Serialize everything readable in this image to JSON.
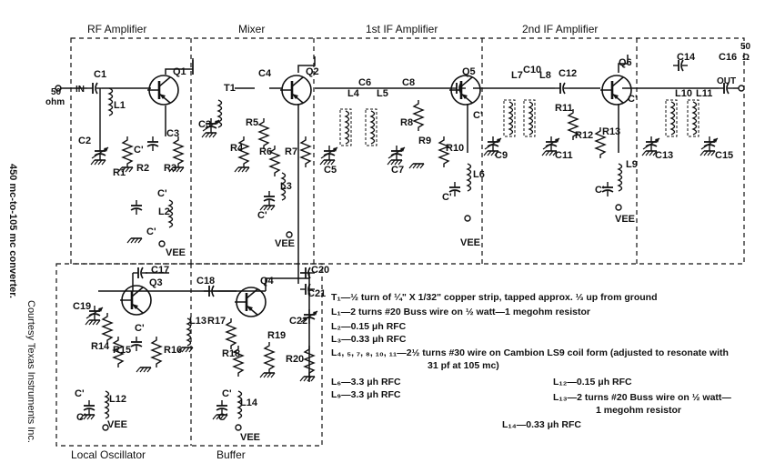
{
  "side_title": "450 mc-to-105 mc converter.",
  "credit": "Courtesy Texas Instruments Inc.",
  "sections": {
    "rf_amp": "RF Amplifier",
    "mixer": "Mixer",
    "if1": "1st IF Amplifier",
    "if2": "2nd IF Amplifier",
    "local_osc": "Local Oscillator",
    "buffer": "Buffer"
  },
  "ports": {
    "in_z": "50",
    "in_unit": "ohm",
    "in_label": "IN",
    "out_z": "50",
    "out_unit": "Ω",
    "out_label": "OUT"
  },
  "supply": "VEE",
  "components": {
    "q1": "Q1",
    "q2": "Q2",
    "q3": "Q3",
    "q4": "Q4",
    "q5": "Q5",
    "q6": "Q6",
    "c1": "C1",
    "c2": "C2",
    "c3": "C3",
    "c4": "C4",
    "c5": "C5",
    "c6": "C6",
    "c7": "C7",
    "c8": "C8",
    "c9": "C9",
    "c10": "C10",
    "c11": "C11",
    "c12": "C12",
    "c13": "C13",
    "c14": "C14",
    "c15": "C15",
    "c16": "C16",
    "c17": "C17",
    "c18": "C18",
    "c19": "C19",
    "c20": "C20",
    "c21": "C21",
    "c22": "C22",
    "cprime": "C'",
    "r1": "R1",
    "r2": "R2",
    "r3": "R3",
    "r4": "R4",
    "r5": "R5",
    "r6": "R6",
    "r7": "R7",
    "r8": "R8",
    "r9": "R9",
    "r10": "R10",
    "r11": "R11",
    "r12": "R12",
    "r13": "R13",
    "r14": "R14",
    "r15": "R15",
    "r16": "R16",
    "r17": "R17",
    "r18": "R18",
    "r19": "R19",
    "r20": "R20",
    "l1": "L1",
    "l2": "L2",
    "l3": "L3",
    "l4": "L4",
    "l5": "L5",
    "l6": "L6",
    "l7": "L7",
    "l8": "L8",
    "l9": "L9",
    "l10": "L10",
    "l11": "L11",
    "l12": "L12",
    "l13": "L13",
    "l14": "L14",
    "t1": "T1"
  },
  "notes": {
    "t1": "T₁—½ turn of ¼\" X 1/32\" copper strip, tapped approx. ⅓ up from ground",
    "l1": "L₁—2 turns #20 Buss wire on ½ watt—1 megohm resistor",
    "l2": "L₂—0.15 μh RFC",
    "l3": "L₃—0.33 μh RFC",
    "l4": "L₄, ₅, ₇, ₈, ₁₀, ₁₁—2½ turns #30 wire on Cambion LS9 coil form (adjusted to resonate with",
    "l4b": "31 pf at 105 mc)",
    "l6": "L₆—3.3 μh RFC",
    "l9": "L₉—3.3 μh RFC",
    "l12": "L₁₂—0.15 μh RFC",
    "l13": "L₁₃—2 turns #20 Buss wire on ½ watt—",
    "l13b": "1 megohm resistor",
    "l14": "L₁₄—0.33 μh RFC"
  }
}
